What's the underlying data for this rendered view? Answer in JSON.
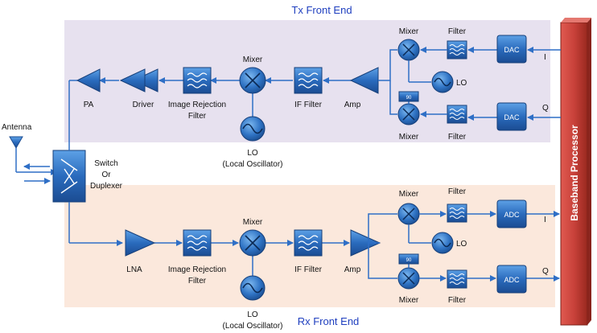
{
  "titles": {
    "tx": "Tx Front End",
    "rx": "Rx Front End"
  },
  "baseband": "Baseband Processor",
  "antenna": "Antenna",
  "switch": [
    "Switch",
    "Or",
    "Duplexer"
  ],
  "tx": {
    "pa": "PA",
    "driver": "Driver",
    "image_filter": [
      "Image Rejection",
      "Filter"
    ],
    "mixer": "Mixer",
    "lo": [
      "LO",
      "(Local Oscillator)"
    ],
    "if_filter": "IF Filter",
    "amp": "Amp",
    "mixer_i": "Mixer",
    "mixer_q": "Mixer",
    "filter_i": "Filter",
    "filter_q": "Filter",
    "lo_iq": "LO",
    "phase": "90",
    "dac_i": "DAC",
    "dac_q": "DAC",
    "i": "I",
    "q": "Q"
  },
  "rx": {
    "lna": "LNA",
    "image_filter": [
      "Image Rejection",
      "Filter"
    ],
    "mixer": "Mixer",
    "lo": [
      "LO",
      "(Local Oscillator)"
    ],
    "if_filter": "IF Filter",
    "amp": "Amp",
    "mixer_i": "Mixer",
    "mixer_q": "Mixer",
    "filter_i": "Filter",
    "filter_q": "Filter",
    "lo_iq": "LO",
    "phase": "90",
    "adc_i": "ADC",
    "adc_q": "ADC",
    "i": "I",
    "q": "Q"
  },
  "colors": {
    "tx_panel": "#e7e1ef",
    "rx_panel": "#fbe8dc",
    "block": "#2a6bbd",
    "wire": "#2f6fc6",
    "baseband": "#c8413a",
    "title": "#1f3fbf"
  }
}
